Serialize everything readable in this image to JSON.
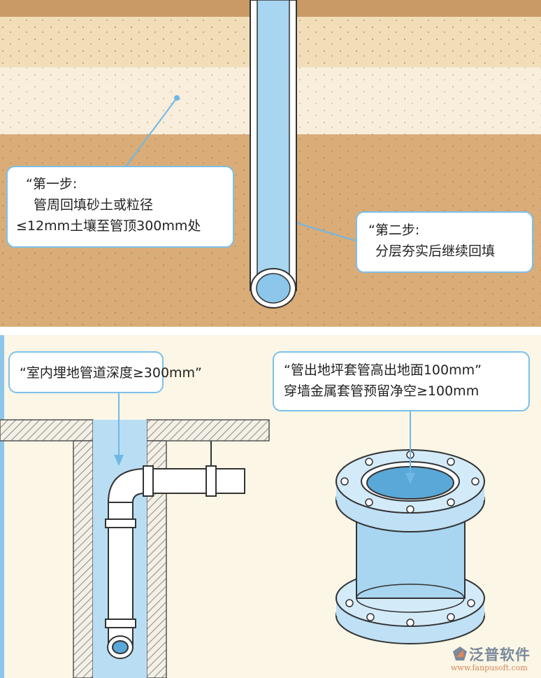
{
  "top_panel": {
    "step1": {
      "line1": "“第一步:",
      "line2": "管周回填砂土或粒径",
      "line3": "≤12mm土壤至管顶300mm处"
    },
    "step2": {
      "line1": "“第二步:",
      "line2": "分层夯实后继续回填"
    }
  },
  "bottom_panel": {
    "depth_callout": "“室内埋地管道深度≥300mm”",
    "sleeve_callout": {
      "line1": "“管出地坪套管高出地面100mm”",
      "line2": "穿墙金属套管预留净空≥100mm"
    }
  },
  "watermark": {
    "name": "泛普软件",
    "url": "www.fanpusoft.com"
  },
  "colors": {
    "pipe": "#a8d5f0",
    "soil": "#d9ac78",
    "sand": "#f1ddb8",
    "callout_border": "#7cc0ea"
  }
}
